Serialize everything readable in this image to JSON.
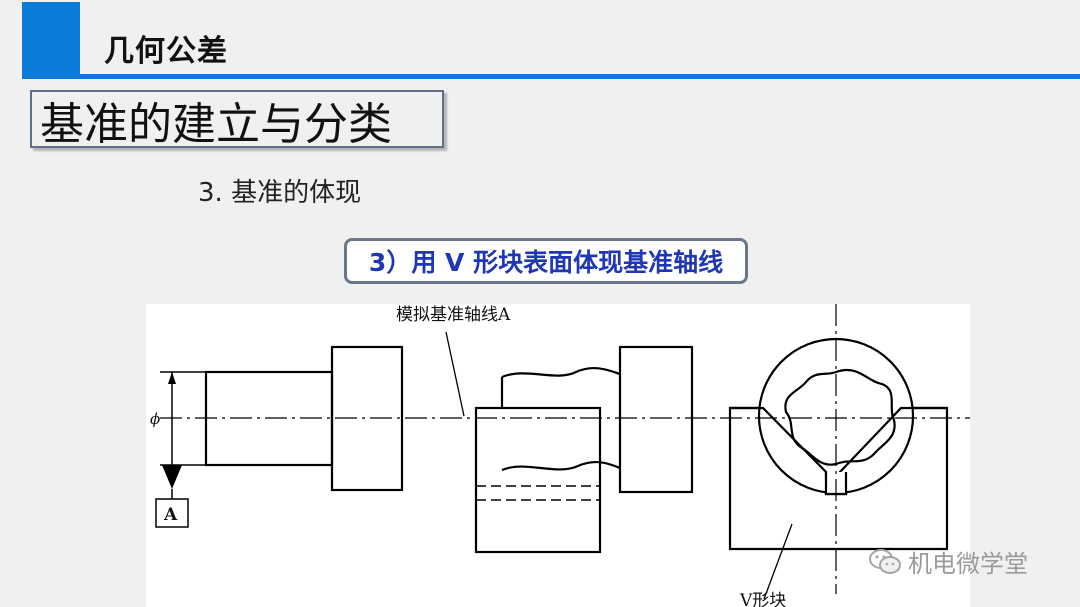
{
  "header": {
    "title": "几何公差"
  },
  "section": {
    "title": "基准的建立与分类"
  },
  "subheading": "3. 基准的体现",
  "pill": {
    "label": "3）用 V 形块表面体现基准轴线"
  },
  "figure": {
    "label_axis": "模拟基准轴线A",
    "label_phi": "ϕ",
    "label_datum": "A",
    "label_vblock": "V形块"
  },
  "watermark": {
    "text": "机电微学堂",
    "icon": "wechat-icon"
  },
  "colors": {
    "accent": "#0a7bd6",
    "pill_text": "#1f36b6"
  }
}
